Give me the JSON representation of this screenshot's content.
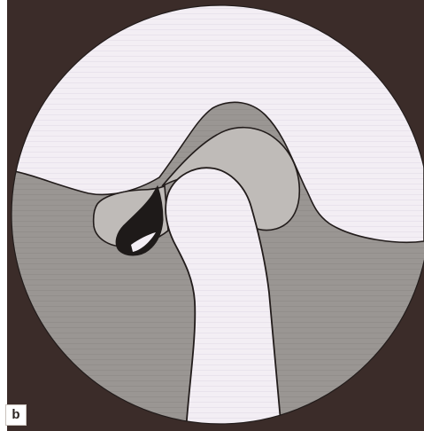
{
  "figure": {
    "panel_label": "b",
    "regions": [
      {
        "name": "upper-bone-region",
        "fill": "#f3eef4"
      },
      {
        "name": "soft-tissue-region",
        "fill": "#9a9693"
      },
      {
        "name": "condyle-process",
        "fill": "#f3eef4"
      },
      {
        "name": "articular-disc",
        "fill": "#bfbbb8"
      },
      {
        "name": "retrodiscal-shadow",
        "fill": "#1e1a19"
      }
    ],
    "colors": {
      "frame": "#3b2c29",
      "outline": "#221c1b",
      "light": "#f3eef4",
      "mid": "#bfbbb8",
      "dark": "#9a9693"
    }
  }
}
